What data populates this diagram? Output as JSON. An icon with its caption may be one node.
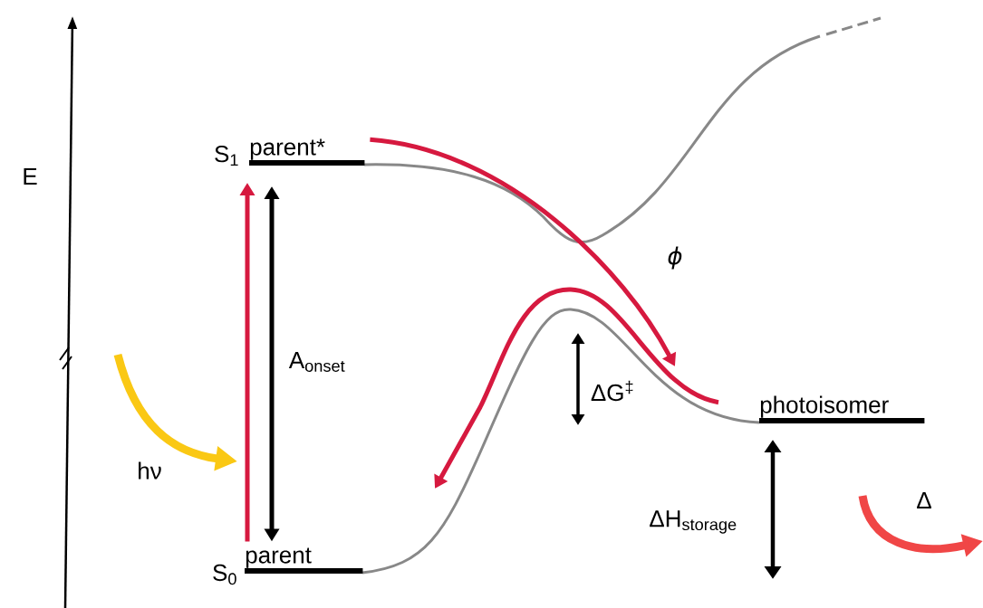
{
  "diagram": {
    "nodes": [
      {
        "text": [
          "parent*"
        ],
        "beside": [
          "S$_{1}$"
        ]
      },
      {
        "text": [
          "parent"
        ],
        "beside": [
          "S$_{0}$"
        ]
      },
      {
        "text": [
          "photoisomer"
        ]
      }
    ],
    "edges": [
      {
        "from": 1,
        "to": 0,
        "arrow": "to"
      },
      {
        "from": 1,
        "to": 0,
        "arrow": "both",
        "label": "A$_{onset}$",
        "color": "#000000"
      },
      {
        "from": 0,
        "to": null,
        "arrow": "to",
        "label": "ϕ"
      },
      {
        "from": 2,
        "to": null,
        "arrow": "to"
      }
    ],
    "labels": [
      "E",
      "hν",
      "ΔG$^{‡}$",
      "ΔH$_{storage}$",
      "Δ"
    ]
  }
}
